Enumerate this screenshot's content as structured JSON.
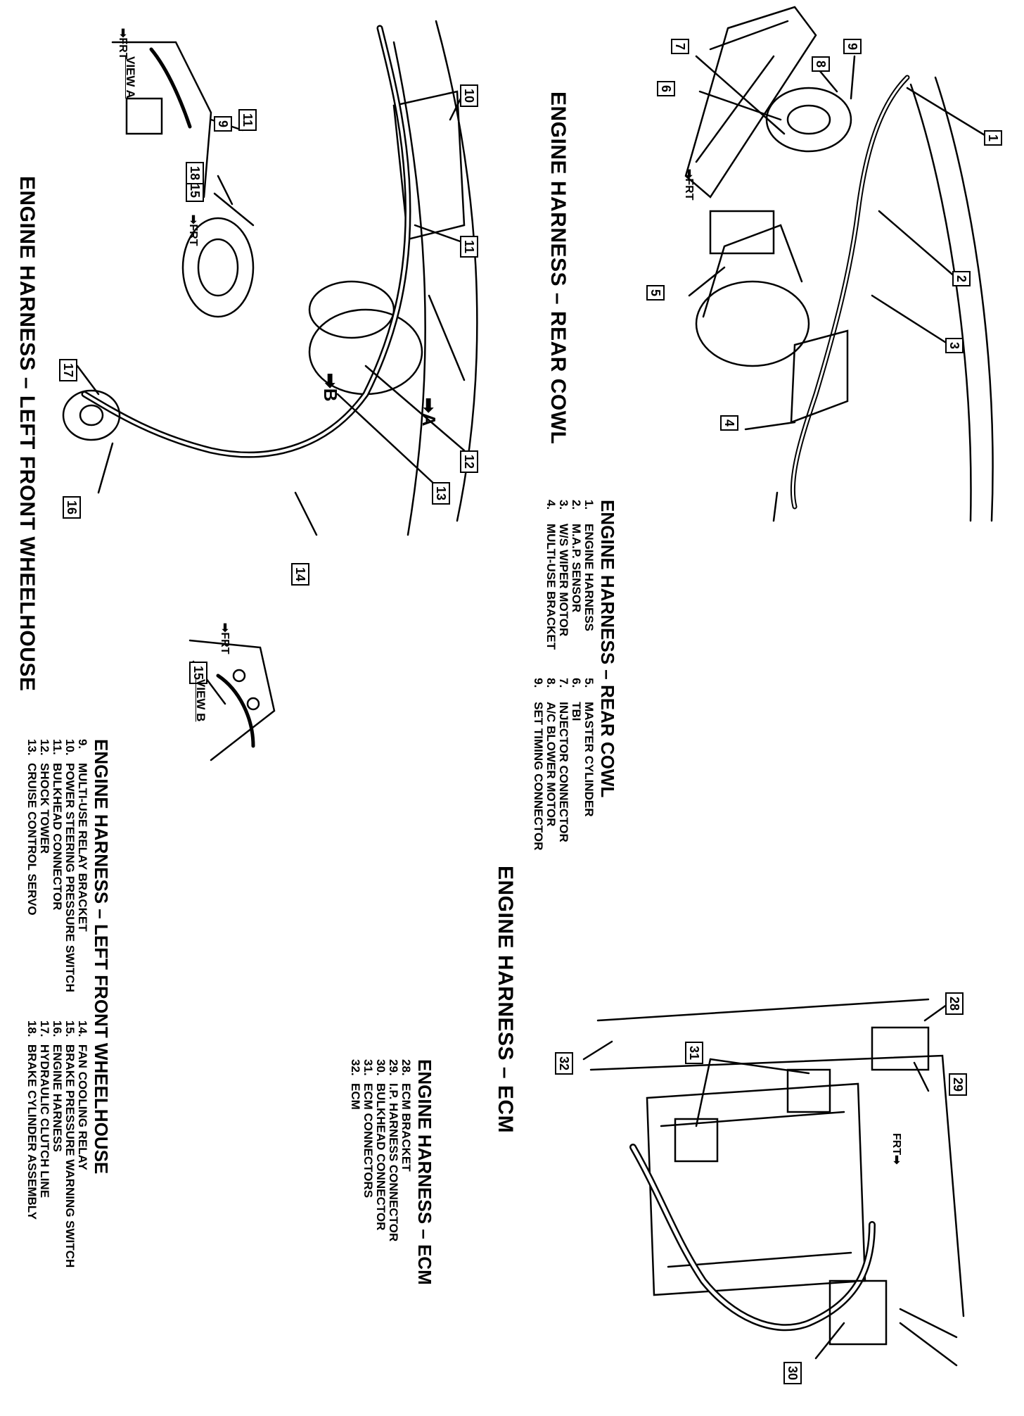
{
  "titles": {
    "rear_cowl": "ENGINE HARNESS – REAR COWL",
    "left_front": "ENGINE HARNESS – LEFT FRONT WHEELHOUSE",
    "ecm": "ENGINE HARNESS – ECM"
  },
  "views": {
    "a": "VIEW A",
    "b": "VIEW B",
    "frt": "FRT"
  },
  "legends": {
    "rear_cowl": {
      "heading": "ENGINE HARNESS – REAR COWL",
      "col1": [
        {
          "n": "1.",
          "t": "ENGINE HARNESS"
        },
        {
          "n": "2.",
          "t": "M.A.P. SENSOR"
        },
        {
          "n": "3.",
          "t": "W/S WIPER MOTOR"
        },
        {
          "n": "4.",
          "t": "MULTI-USE BRACKET"
        }
      ],
      "col2": [
        {
          "n": "5.",
          "t": "MASTER CYLINDER"
        },
        {
          "n": "6.",
          "t": "TBI"
        },
        {
          "n": "7.",
          "t": "INJECTOR CONNECTOR"
        },
        {
          "n": "8.",
          "t": "A/C BLOWER MOTOR"
        },
        {
          "n": "9.",
          "t": "SET TIMING CONNECTOR"
        }
      ]
    },
    "left_front": {
      "heading": "ENGINE HARNESS – LEFT FRONT WHEELHOUSE",
      "col1": [
        {
          "n": "9.",
          "t": "MULTI-USE RELAY BRACKET"
        },
        {
          "n": "10.",
          "t": "POWER STEERING PRESSURE SWITCH"
        },
        {
          "n": "11.",
          "t": "BULKHEAD CONNECTOR"
        },
        {
          "n": "12.",
          "t": "SHOCK TOWER"
        },
        {
          "n": "13.",
          "t": "CRUISE CONTROL SERVO"
        }
      ],
      "col2": [
        {
          "n": "14.",
          "t": "FAN COOLING RELAY"
        },
        {
          "n": "15.",
          "t": "BRAKE PRESSURE WARNING SWITCH"
        },
        {
          "n": "16.",
          "t": "ENGINE HARNESS"
        },
        {
          "n": "17.",
          "t": "HYDRAULIC CLUTCH LINE"
        },
        {
          "n": "18.",
          "t": "BRAKE CYLINDER ASSEMBLY"
        }
      ]
    },
    "ecm": {
      "heading": "ENGINE HARNESS – ECM",
      "items": [
        {
          "n": "28.",
          "t": "ECM BRACKET"
        },
        {
          "n": "29.",
          "t": "I.P. HARNESS CONNECTOR"
        },
        {
          "n": "30.",
          "t": "BULKHEAD CONNECTOR"
        },
        {
          "n": "31.",
          "t": "ECM CONNECTORS"
        },
        {
          "n": "32.",
          "t": "ECM"
        }
      ]
    }
  },
  "callouts": {
    "rear_cowl": [
      "1",
      "2",
      "3",
      "4",
      "5",
      "6",
      "7",
      "8",
      "9"
    ],
    "left_front": [
      "9",
      "10",
      "11",
      "11",
      "12",
      "13",
      "14",
      "15",
      "15",
      "16",
      "17",
      "18"
    ],
    "ecm": [
      "28",
      "29",
      "30",
      "31",
      "32"
    ],
    "arrows": [
      "A",
      "B"
    ]
  }
}
